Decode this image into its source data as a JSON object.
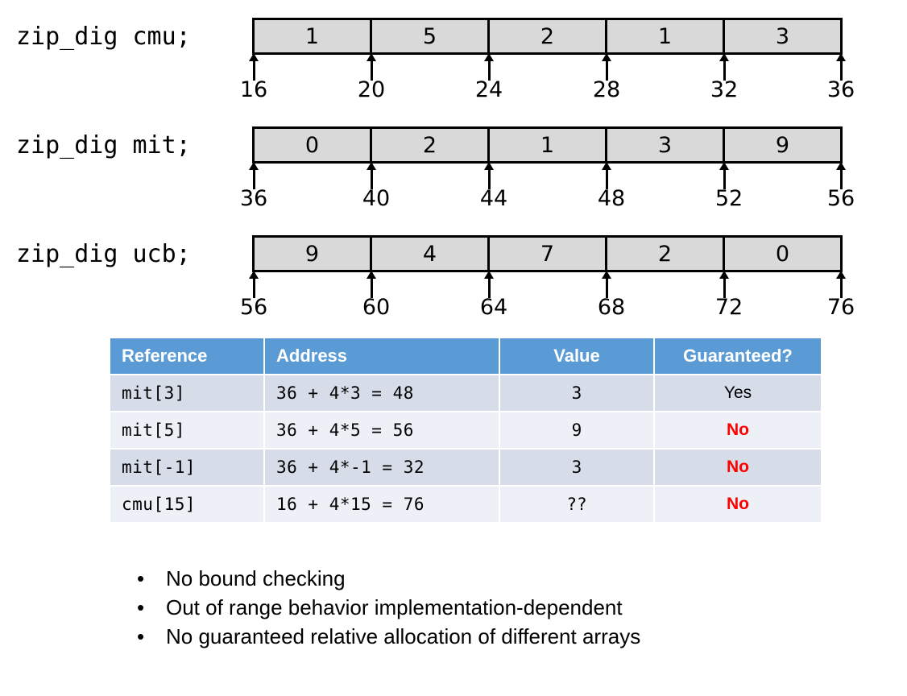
{
  "arrays": [
    {
      "declaration": "zip_dig cmu;",
      "values": [
        "1",
        "5",
        "2",
        "1",
        "3"
      ],
      "addresses": [
        "16",
        "20",
        "24",
        "28",
        "32",
        "36"
      ]
    },
    {
      "declaration": "zip_dig mit;",
      "values": [
        "0",
        "2",
        "1",
        "3",
        "9"
      ],
      "addresses": [
        "36",
        "40",
        "44",
        "48",
        "52",
        "56"
      ]
    },
    {
      "declaration": "zip_dig ucb;",
      "values": [
        "9",
        "4",
        "7",
        "2",
        "0"
      ],
      "addresses": [
        "56",
        "60",
        "64",
        "68",
        "72",
        "76"
      ]
    }
  ],
  "table": {
    "headers": [
      "Reference",
      "Address",
      "Value",
      "Guaranteed?"
    ],
    "rows": [
      {
        "reference": "mit[3]",
        "address": "36 + 4*3 = 48",
        "value": "3",
        "guaranteed": "Yes"
      },
      {
        "reference": "mit[5]",
        "address": "36 + 4*5 = 56",
        "value": "9",
        "guaranteed": "No"
      },
      {
        "reference": "mit[-1]",
        "address": "36 + 4*-1 = 32",
        "value": "3",
        "guaranteed": "No"
      },
      {
        "reference": "cmu[15]",
        "address": "16 + 4*15 = 76",
        "value": "??",
        "guaranteed": "No"
      }
    ]
  },
  "bullets": [
    "No bound checking",
    "Out of range behavior implementation-dependent",
    "No guaranteed relative allocation of different arrays"
  ],
  "colors": {
    "header_blue": "#5B9BD5",
    "row_odd": "#D6DDE9",
    "row_even": "#EDF0F7",
    "cell_gray": "#D9D9D9",
    "no_red": "#FF0000"
  },
  "bullet_glyph": "•"
}
